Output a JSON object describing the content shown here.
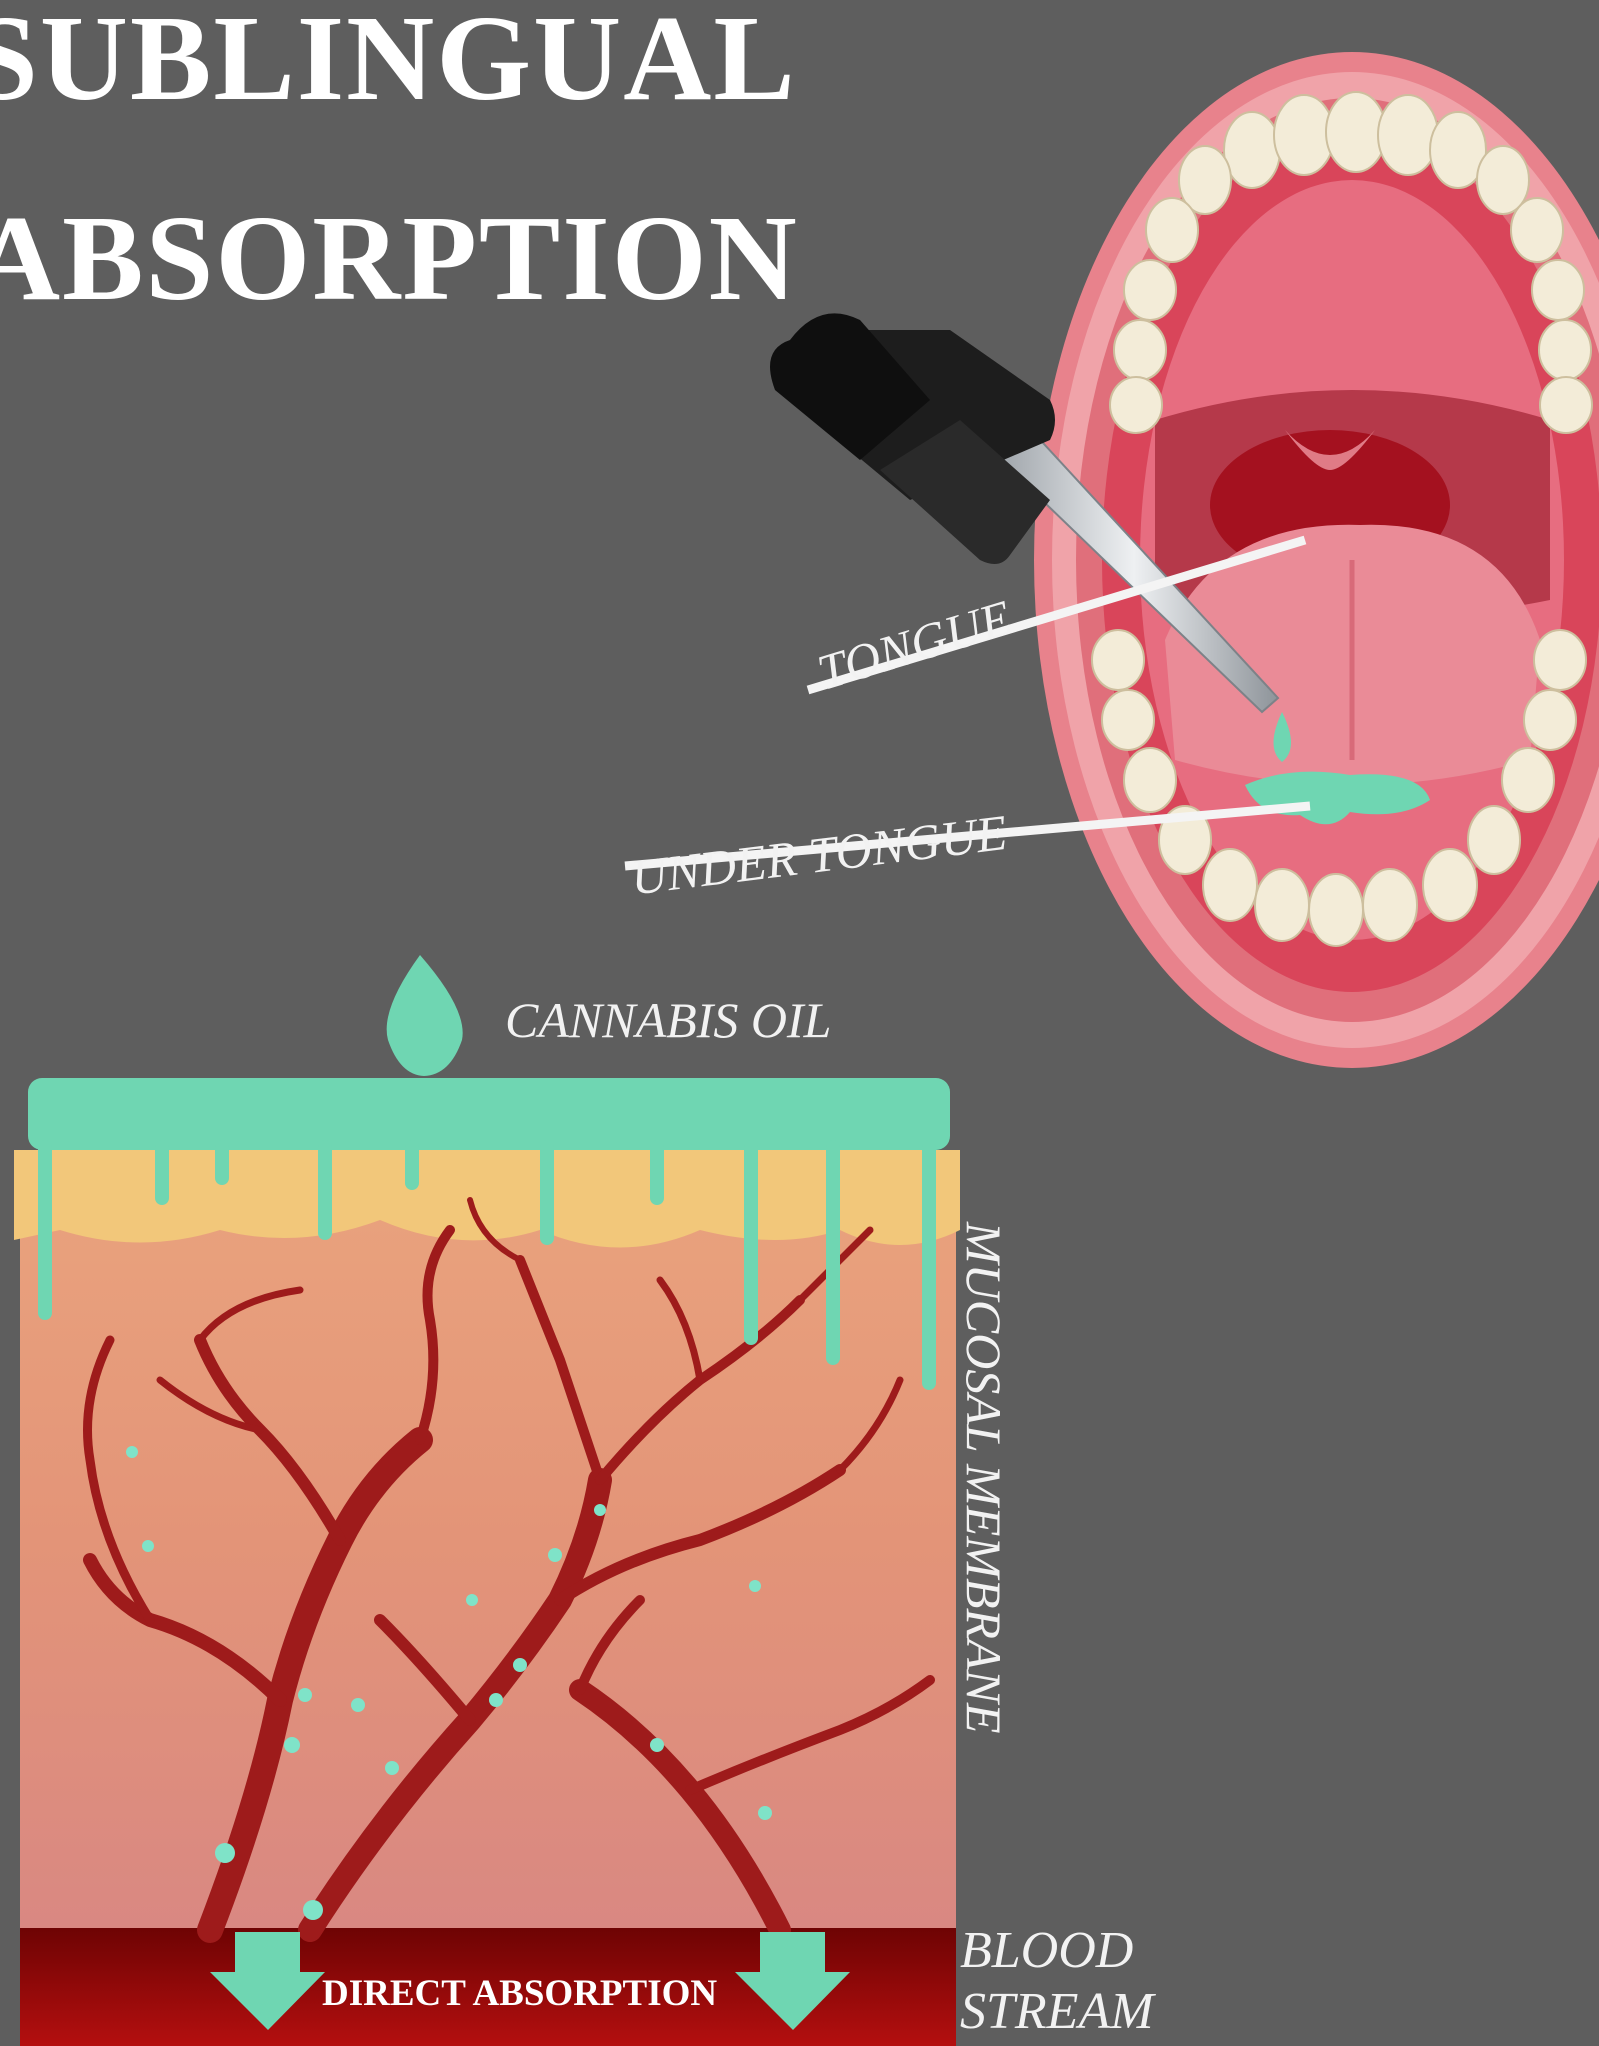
{
  "title": {
    "line1": "SUBLINGUAL",
    "line2": "ABSORPTION"
  },
  "labels": {
    "tongue": "TONGUE",
    "under_tongue": "UNDER TONGUE",
    "cannabis_oil": "CANNABIS OIL",
    "mucosal_membrane": "MUCOSAL MEMBRANE",
    "blood_stream_line1": "BLOOD",
    "blood_stream_line2": "STREAM",
    "direct_absorption": "DIRECT ABSORPTION"
  },
  "colors": {
    "background": "#5e5e5e",
    "oil": "#6fd6b2",
    "blood": "#8b0a0a",
    "vessel": "#9e1b1b",
    "lip": "#e8828c",
    "gum": "#d9455a",
    "tooth": "#f3ecd8"
  }
}
